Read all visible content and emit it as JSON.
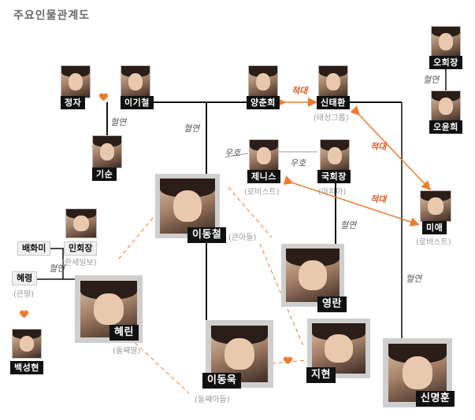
{
  "title": "주요인물관계도",
  "people": {
    "jeongja": "정자",
    "igicheol": "이기철",
    "gisun": "기순",
    "yangchunhui": "양춘희",
    "sintaehwan": "신태환",
    "sintaehwan_sub": "(태성그룹)",
    "ohoejang": "오회장",
    "oyunhui": "오윤희",
    "jeniseu": "제니스",
    "jeniseu_sub": "(로비스트)",
    "gukhoejang": "국회장",
    "gukhoejang_sub": "(마피아)",
    "mie": "미애",
    "mie_sub": "(로비스트)",
    "idongcheol": "이동철",
    "idongcheol_sub": "(큰아들)",
    "baehwami": "배화미",
    "minhoejang": "민회장",
    "minhoejang_sub": "(한세일보)",
    "hyeryeong": "혜령",
    "hyeryeong_sub": "(큰딸)",
    "hyerin": "혜린",
    "hyerin_sub": "(둘째딸)",
    "yeongran": "영란",
    "jihyeon": "지현",
    "idonguk": "이동욱",
    "idonguk_sub": "(둘째아들)",
    "sinmyeonghun": "신명훈",
    "baekseonghyeon": "백성현"
  },
  "relations": {
    "blood1": "혈연",
    "blood2": "혈연",
    "blood3": "혈연",
    "blood4": "혈연",
    "blood5": "혈연",
    "blood6": "혈연",
    "friend1": "우호",
    "friend2": "우호",
    "enemy1": "적대",
    "enemy2": "적대",
    "enemy3": "적대"
  },
  "colors": {
    "accent": "#f07a2c",
    "line": "#111111",
    "gray_line": "#9b9b9b"
  }
}
